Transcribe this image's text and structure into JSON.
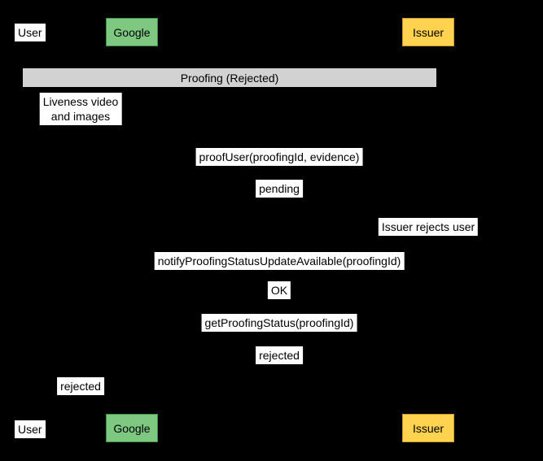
{
  "fragment": {
    "title": "Proofing (Rejected)"
  },
  "actors": {
    "user": {
      "label": "User"
    },
    "google": {
      "label": "Google"
    },
    "issuer": {
      "label": "Issuer"
    }
  },
  "messages": [
    {
      "label": "Liveness video\nand images"
    },
    {
      "label": "proofUser(proofingId, evidence)"
    },
    {
      "label": "pending"
    },
    {
      "label": "Issuer rejects user"
    },
    {
      "label": "notifyProofingStatusUpdateAvailable(proofingId)"
    },
    {
      "label": "OK"
    },
    {
      "label": "getProofingStatus(proofingId)"
    },
    {
      "label": "rejected"
    },
    {
      "label": "rejected"
    }
  ],
  "colors": {
    "background": "#000000",
    "google_fill": "#7ec882",
    "google_border": "#3f8f46",
    "issuer_fill": "#ffd24f",
    "issuer_border": "#c9992f",
    "banner_fill": "#d2d2d2",
    "label_background": "#ffffff",
    "text": "#000000"
  }
}
